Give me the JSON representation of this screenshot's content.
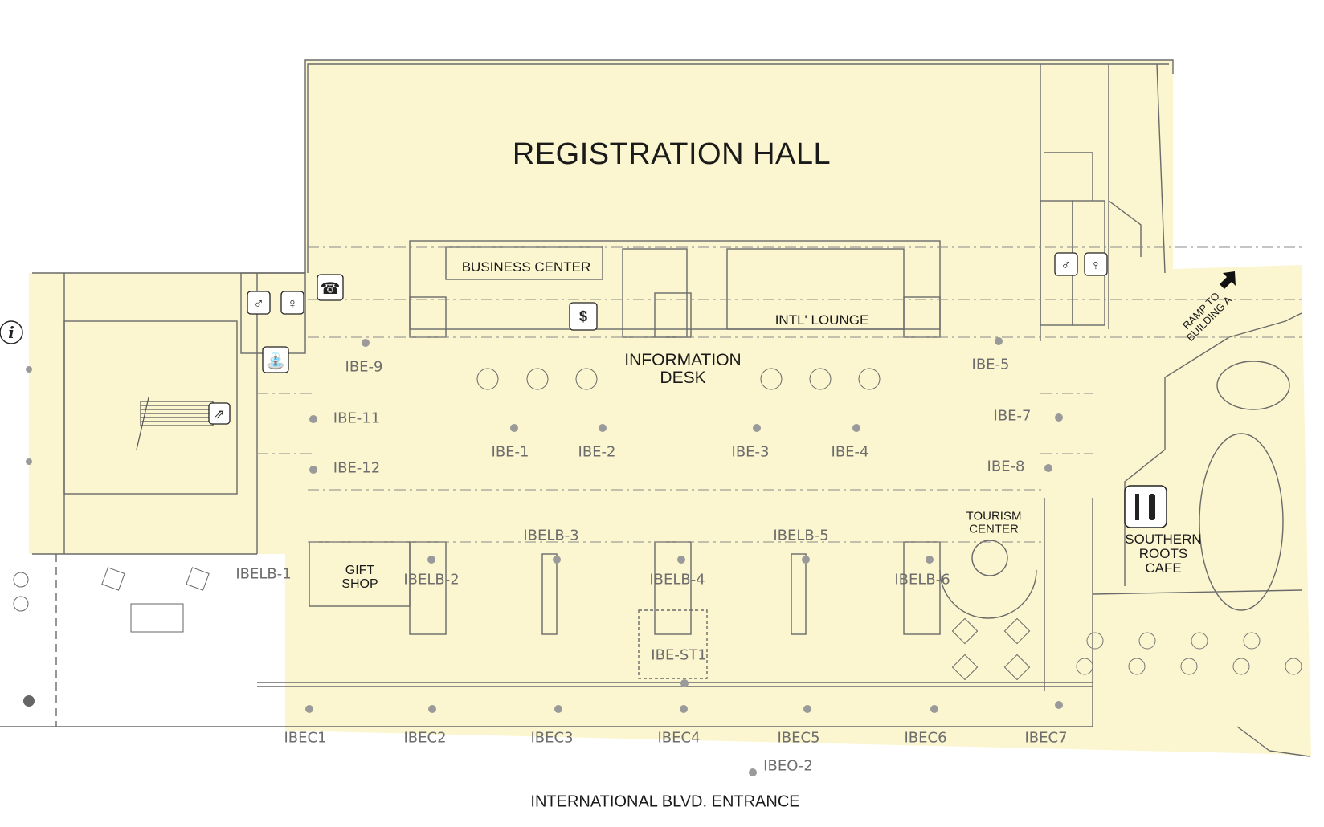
{
  "map": {
    "title": "REGISTRATION HALL",
    "entrance_label": "INTERNATIONAL BLVD. ENTRANCE",
    "rooms": {
      "business_center": "BUSINESS CENTER",
      "information_desk": "INFORMATION DESK",
      "intl_lounge": "INTL' LOUNGE",
      "gift_shop": "GIFT SHOP",
      "tourism_center": "TOURISM CENTER",
      "southern_roots_cafe": "SOUTHERN ROOTS CAFE",
      "ramp": "RAMP TO BUILDING A"
    },
    "location_codes": {
      "ibe_1": "IBE-1",
      "ibe_2": "IBE-2",
      "ibe_3": "IBE-3",
      "ibe_4": "IBE-4",
      "ibe_5": "IBE-5",
      "ibe_7": "IBE-7",
      "ibe_8": "IBE-8",
      "ibe_9": "IBE-9",
      "ibe_11": "IBE-11",
      "ibe_12": "IBE-12",
      "ibelb_1": "IBELB-1",
      "ibelb_2": "IBELB-2",
      "ibelb_3": "IBELB-3",
      "ibelb_4": "IBELB-4",
      "ibelb_5": "IBELB-5",
      "ibelb_6": "IBELB-6",
      "ibe_st1": "IBE-ST1",
      "ibec1": "IBEC1",
      "ibec2": "IBEC2",
      "ibec3": "IBEC3",
      "ibec4": "IBEC4",
      "ibec5": "IBEC5",
      "ibec6": "IBEC6",
      "ibec7": "IBEC7",
      "ibeo_2": "IBEO-2"
    },
    "icons": [
      "information-icon",
      "restroom-men-icon",
      "restroom-women-icon",
      "telephone-icon",
      "water-fountain-icon",
      "escalator-icon",
      "currency-exchange-icon",
      "restaurant-icon",
      "ramp-arrow-icon"
    ],
    "colors": {
      "floor_fill": "#fbf6cf",
      "wall": "#6a6a6a",
      "marker": "#9a9a9a",
      "code_text": "#6d6d6d",
      "room_text": "#1a1a1a"
    }
  }
}
